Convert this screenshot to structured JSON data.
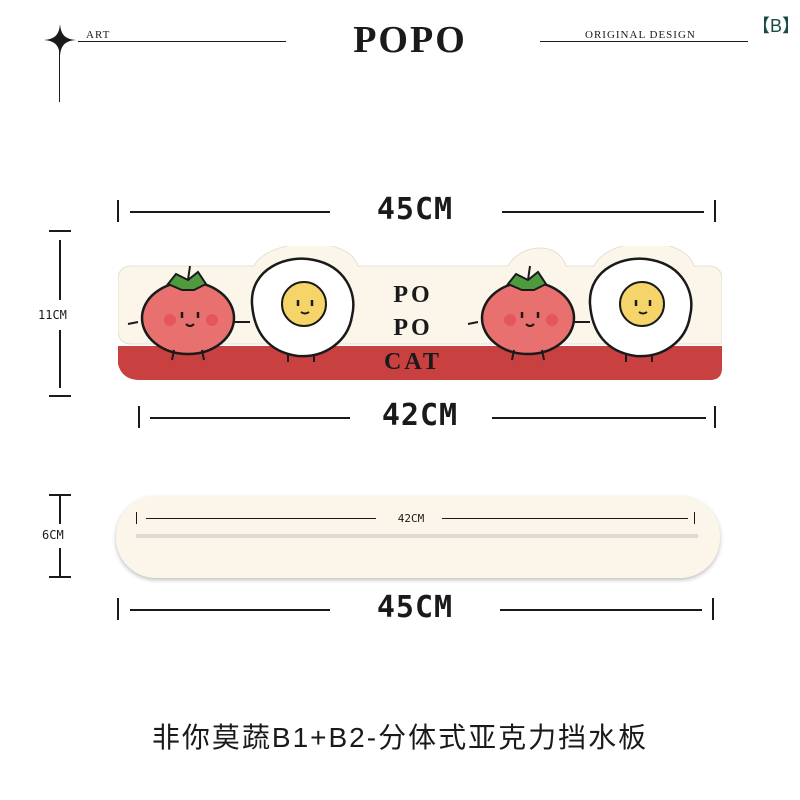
{
  "header": {
    "left_tag": "ART",
    "title": "POPO",
    "right_tag": "ORIGINAL DESIGN",
    "badge": "【B】"
  },
  "product_top": {
    "width_label": "45CM",
    "height_label": "11CM",
    "bottom_label": "42CM",
    "text_line1": "PO",
    "text_line2": "PO",
    "text_line3": "CAT",
    "colors": {
      "cream": "#fbf6e9",
      "red": "#c84040",
      "tomato": "#e8716f",
      "leaf": "#4f9a3f",
      "yolk": "#f5d46a"
    }
  },
  "product_bottom": {
    "width_label": "45CM",
    "height_label": "6CM",
    "inner_label": "42CM"
  },
  "caption": "非你莫蔬B1+B2-分体式亚克力挡水板"
}
